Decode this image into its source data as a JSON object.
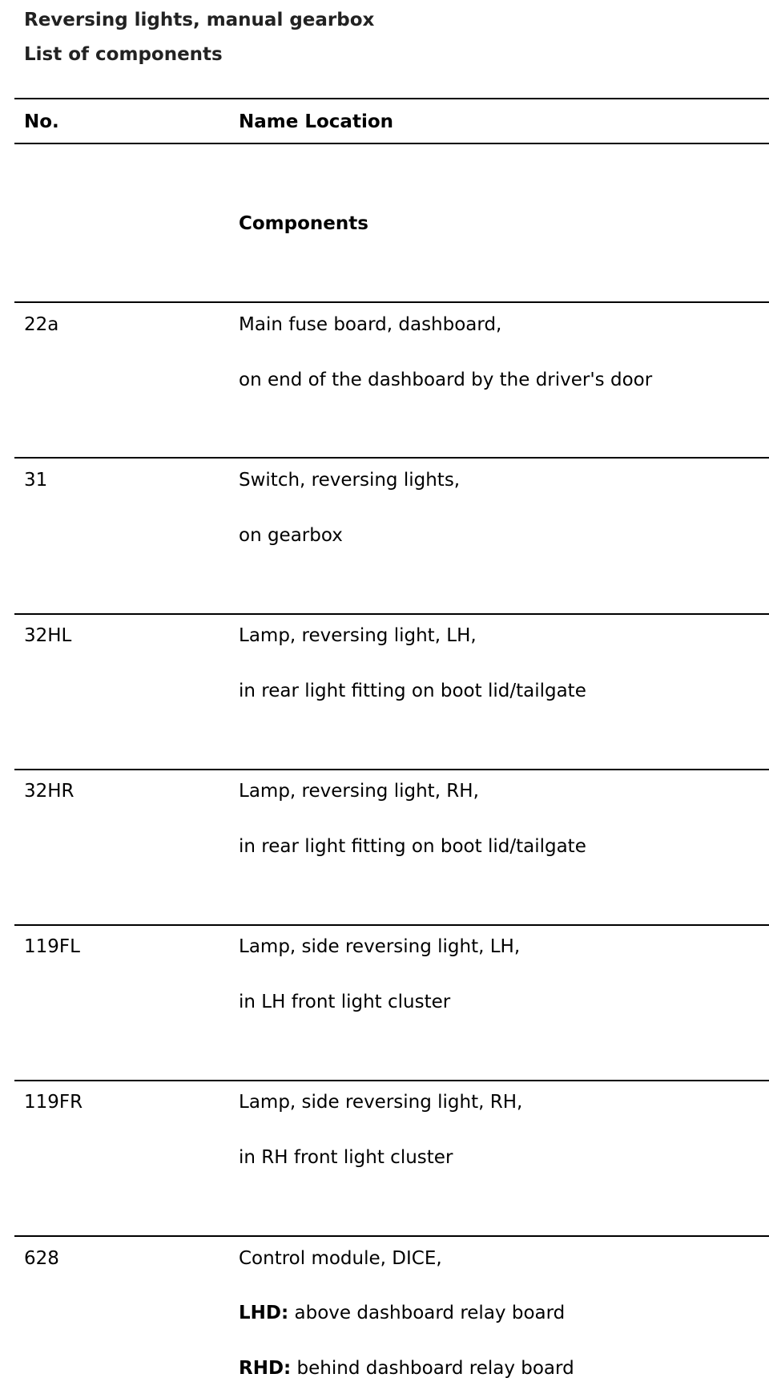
{
  "header": {
    "title": "Reversing lights, manual gearbox",
    "subtitle": "List of components"
  },
  "table": {
    "columns": {
      "no": "No.",
      "name_location": "Name Location"
    },
    "section_heading": "Components",
    "rows": [
      {
        "no": "22a",
        "name": "Main fuse board, dashboard,",
        "location": "on end of the dashboard by the driver's door"
      },
      {
        "no": "31",
        "name": "Switch, reversing lights,",
        "location": "on gearbox"
      },
      {
        "no": "32HL",
        "name": "Lamp, reversing light, LH,",
        "location": "in rear light fitting on boot lid/tailgate"
      },
      {
        "no": "32HR",
        "name": "Lamp, reversing light, RH,",
        "location": "in rear light fitting on boot lid/tailgate"
      },
      {
        "no": "119FL",
        "name": "Lamp, side reversing light, LH,",
        "location": "in LH front light cluster"
      },
      {
        "no": "119FR",
        "name": "Lamp, side reversing light, RH,",
        "location": "in RH front light cluster"
      },
      {
        "no": "628",
        "name": "Control module, DICE,",
        "lhd_label": "LHD:",
        "lhd_text": " above dashboard relay board",
        "rhd_label": "RHD:",
        "rhd_text": " behind dashboard relay board"
      }
    ]
  }
}
